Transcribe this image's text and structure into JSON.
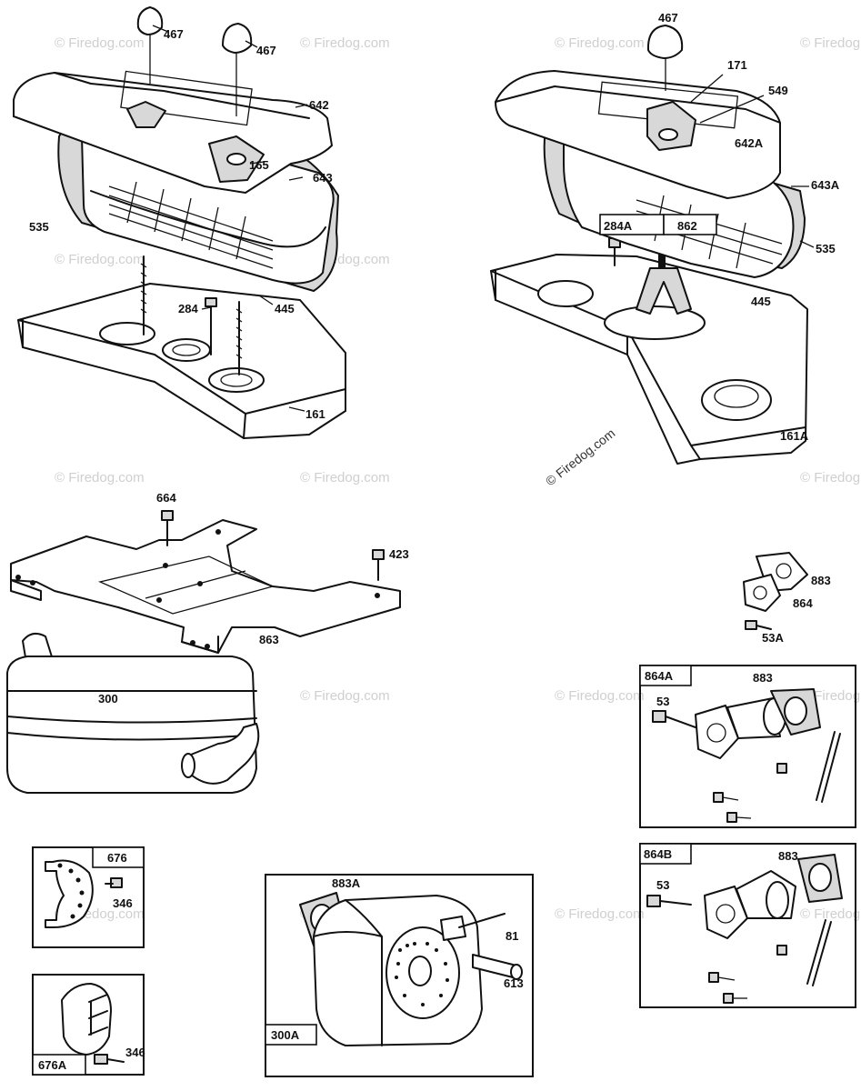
{
  "watermark": "© Firedog.com",
  "labels": {
    "l467a": "467",
    "l467b": "467",
    "l642": "642",
    "l165": "165",
    "l643": "643",
    "l535": "535",
    "l284": "284",
    "l445": "445",
    "l161": "161",
    "r467": "467",
    "r171": "171",
    "r549": "549",
    "r642a": "642A",
    "r643a": "643A",
    "r284a": "284A",
    "r862": "862",
    "r535": "535",
    "r445": "445",
    "r161a": "161A",
    "l664": "664",
    "l423": "423",
    "l863": "863",
    "l300": "300",
    "l883": "883",
    "l864": "864",
    "l53a": "53A",
    "l864a": "864A",
    "l883b": "883",
    "l53b": "53",
    "l864b": "864B",
    "l883c": "883",
    "l53c": "53",
    "l676": "676",
    "l346a": "346",
    "l676a": "676A",
    "l346b": "346",
    "l883a": "883A",
    "l81": "81",
    "l613": "613",
    "l300a": "300A"
  }
}
